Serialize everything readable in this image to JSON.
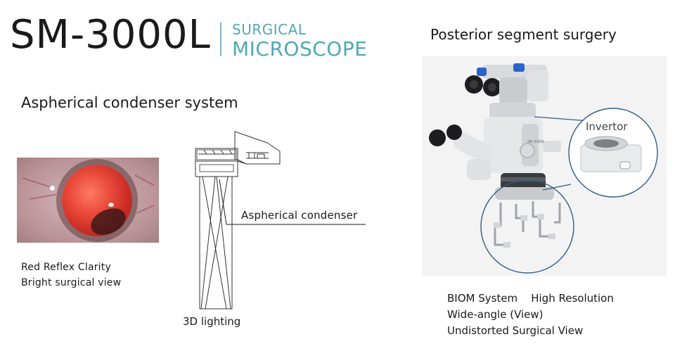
{
  "header": {
    "model": "SM-3000L",
    "brand_line1": "SURGICAL",
    "brand_line2": "MICROSCOPE"
  },
  "left": {
    "heading": "Aspherical condenser system",
    "caption_line1": "Red Reflex Clarity",
    "caption_line2": "Bright surgical view",
    "diagram_label_condenser": "Aspherical condenser",
    "diagram_label_lighting": "3D lighting"
  },
  "right": {
    "heading": "Posterior segment surgery",
    "invertor_label": "Invertor",
    "caption_line1": "BIOM System    High Resolution",
    "caption_line2": "Wide-angle (View)",
    "caption_line3": "Undistorted Surgical View"
  },
  "colors": {
    "brand": "#4fa8b5",
    "callout_circle": "#2f5f88",
    "text": "#1a1a1a"
  }
}
